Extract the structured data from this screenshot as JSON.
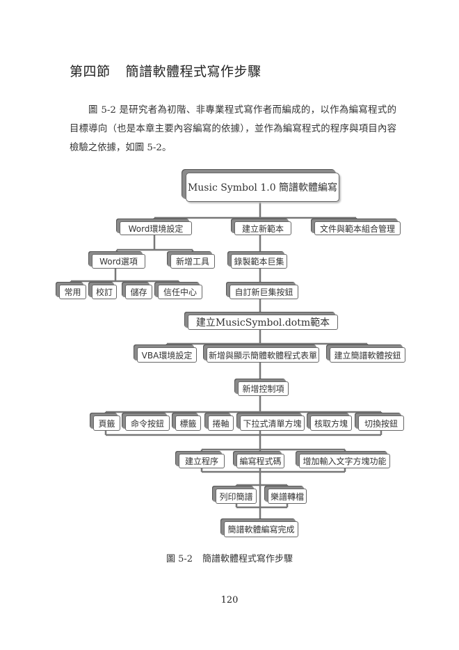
{
  "heading": {
    "section": "第四節",
    "title": "簡譜軟體程式寫作步驟"
  },
  "paragraph": "圖 5-2 是研究者為初階、非專業程式寫作者而編成的，以作為編寫程式的目標導向（也是本章主要內容編寫的依據），並作為編寫程式的程序與項目內容檢驗之依據，如圖 5-2。",
  "diagram": {
    "nodes": {
      "root": "Music Symbol 1.0 簡譜軟體編寫",
      "word_env": "Word環境設定",
      "new_template": "建立新範本",
      "doc_template_mgmt": "文件與範本組合管理",
      "word_options": "Word選項",
      "add_tools": "新增工具",
      "record_macro": "錄製範本巨集",
      "general": "常用",
      "proofing": "校訂",
      "save": "儲存",
      "trust_center": "信任中心",
      "custom_macro_button": "自訂新巨集按鈕",
      "create_dotm": "建立MusicSymbol.dotm範本",
      "vba_env": "VBA環境設定",
      "add_show_form": "新增與顯示簡體軟體程式表單",
      "create_button": "建立簡譜軟體按鈕",
      "add_controls": "新增控制項",
      "page_tab": "頁籤",
      "command_button": "命令按鈕",
      "label": "標籤",
      "scrollbar": "捲軸",
      "combobox": "下拉式清單方塊",
      "checkbox": "核取方塊",
      "toggle_button": "切換按鈕",
      "create_procedure": "建立程序",
      "write_code": "編寫程式碼",
      "add_textbox": "增加輸入文字方塊功能",
      "print_score": "列印簡譜",
      "score_convert": "樂譜轉檔",
      "done": "簡譜軟體編寫完成"
    }
  },
  "caption": {
    "label": "圖 5-2",
    "title": "簡譜軟體程式寫作步驟"
  },
  "page_number": "120"
}
